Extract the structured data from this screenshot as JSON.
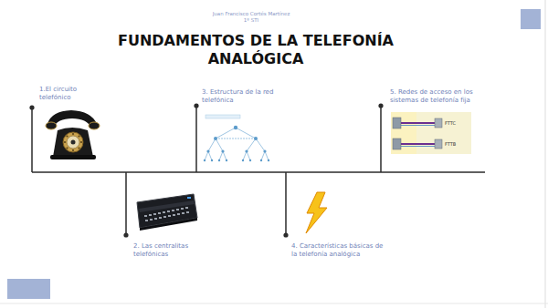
{
  "diagram": {
    "title": "FUNDAMENTOS DE LA TELEFONÍA ANALÓGICA",
    "labels": [
      "Juan Francisco Cortés Martínez",
      "1º STI",
      "1.El circuito telefónico",
      "2. Las centralitas telefónicas",
      "3. Estructura de la red telefónica",
      "4. Características básicas de la telefonía analógica",
      "5. Redes de acceso en los sistemas de telefonía fija",
      "FTTC",
      "FTTB"
    ]
  }
}
